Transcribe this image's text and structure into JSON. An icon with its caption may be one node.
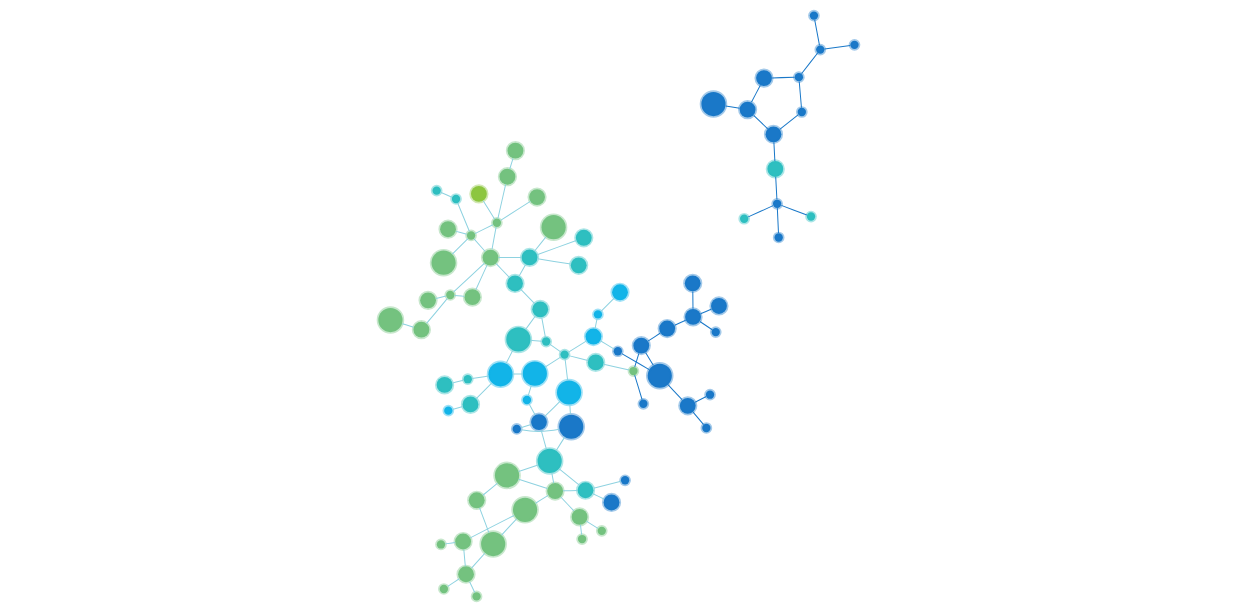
{
  "diagram": {
    "nodes": [
      {
        "text": [],
        "shape": "circle"
      },
      {
        "text": [],
        "shape": "circle"
      },
      {
        "text": [],
        "shape": "circle"
      },
      {
        "text": [],
        "shape": "circle"
      },
      {
        "text": [],
        "shape": "circle"
      },
      {
        "text": [],
        "shape": "circle"
      },
      {
        "text": [],
        "shape": "circle"
      },
      {
        "text": [],
        "shape": "circle"
      },
      {
        "text": [],
        "shape": "circle"
      },
      {
        "text": [],
        "shape": "circle"
      },
      {
        "text": [],
        "shape": "circle"
      },
      {
        "text": [],
        "shape": "circle"
      },
      {
        "text": [],
        "shape": "circle"
      },
      {
        "text": [],
        "shape": "circle"
      },
      {
        "text": [],
        "shape": "circle"
      },
      {
        "text": [],
        "shape": "circle"
      },
      {
        "text": [],
        "shape": "circle"
      },
      {
        "text": [],
        "shape": "circle"
      },
      {
        "text": [],
        "shape": "circle"
      },
      {
        "text": [],
        "shape": "circle"
      },
      {
        "text": [],
        "shape": "circle"
      },
      {
        "text": [],
        "shape": "circle"
      },
      {
        "text": [],
        "shape": "circle"
      },
      {
        "text": [],
        "shape": "circle"
      },
      {
        "text": [],
        "shape": "circle"
      },
      {
        "text": [],
        "shape": "circle"
      },
      {
        "text": [],
        "shape": "circle"
      },
      {
        "text": [],
        "shape": "circle"
      },
      {
        "text": [],
        "shape": "circle"
      },
      {
        "text": [],
        "shape": "circle"
      },
      {
        "text": [],
        "shape": "circle"
      },
      {
        "text": [],
        "shape": "circle"
      },
      {
        "text": [],
        "shape": "circle"
      },
      {
        "text": [],
        "shape": "circle"
      },
      {
        "text": [],
        "shape": "circle"
      },
      {
        "text": [],
        "shape": "circle"
      },
      {
        "text": [],
        "shape": "circle"
      },
      {
        "text": [],
        "shape": "circle"
      },
      {
        "text": [],
        "shape": "circle"
      },
      {
        "text": [],
        "shape": "circle"
      },
      {
        "text": [],
        "shape": "circle"
      },
      {
        "text": [],
        "shape": "circle"
      },
      {
        "text": [],
        "shape": "circle"
      },
      {
        "text": [],
        "shape": "circle"
      },
      {
        "text": [],
        "shape": "circle"
      },
      {
        "text": [],
        "shape": "circle"
      },
      {
        "text": [],
        "shape": "circle"
      },
      {
        "text": [],
        "shape": "circle"
      },
      {
        "text": [],
        "shape": "circle"
      },
      {
        "text": [],
        "shape": "circle"
      },
      {
        "text": [],
        "shape": "circle"
      },
      {
        "text": [],
        "shape": "circle"
      },
      {
        "text": [],
        "shape": "circle"
      },
      {
        "text": [],
        "shape": "circle"
      },
      {
        "text": [],
        "shape": "circle"
      },
      {
        "text": [],
        "shape": "circle"
      },
      {
        "text": [],
        "shape": "circle"
      },
      {
        "text": [],
        "shape": "circle"
      },
      {
        "text": [],
        "shape": "circle"
      },
      {
        "text": [],
        "shape": "circle"
      },
      {
        "text": [],
        "shape": "circle"
      },
      {
        "text": [],
        "shape": "circle"
      },
      {
        "text": [],
        "shape": "circle"
      },
      {
        "text": [],
        "shape": "circle"
      },
      {
        "text": [],
        "shape": "circle"
      },
      {
        "text": [],
        "shape": "circle"
      },
      {
        "text": [],
        "shape": "circle"
      },
      {
        "text": [],
        "shape": "circle"
      },
      {
        "text": [],
        "shape": "circle"
      },
      {
        "text": [],
        "shape": "circle"
      },
      {
        "text": [],
        "shape": "circle"
      },
      {
        "text": [],
        "shape": "circle"
      },
      {
        "text": [],
        "shape": "circle"
      },
      {
        "text": [],
        "shape": "circle"
      },
      {
        "text": [],
        "shape": "circle"
      },
      {
        "text": [],
        "shape": "circle"
      },
      {
        "text": [],
        "shape": "circle"
      },
      {
        "text": [],
        "shape": "circle"
      },
      {
        "text": [],
        "shape": "circle"
      },
      {
        "text": [],
        "shape": "circle"
      },
      {
        "text": [],
        "shape": "circle"
      },
      {
        "text": [],
        "shape": "circle"
      },
      {
        "text": [],
        "shape": "circle"
      },
      {
        "text": [],
        "shape": "circle"
      }
    ],
    "edges": [
      {
        "from": 0,
        "to": 2,
        "arrow": "none"
      },
      {
        "from": 1,
        "to": 2,
        "arrow": "none"
      },
      {
        "from": 2,
        "to": 5,
        "arrow": "none"
      },
      {
        "from": 2,
        "to": 4,
        "arrow": "none"
      },
      {
        "from": 4,
        "to": 3,
        "arrow": "none"
      },
      {
        "from": 4,
        "to": 8,
        "arrow": "none"
      },
      {
        "from": 5,
        "to": 8,
        "arrow": "none"
      },
      {
        "from": 5,
        "to": 10,
        "arrow": "none"
      },
      {
        "from": 6,
        "to": 7,
        "arrow": "none"
      },
      {
        "from": 9,
        "to": 7,
        "arrow": "none"
      },
      {
        "from": 7,
        "to": 12,
        "arrow": "none"
      },
      {
        "from": 10,
        "to": 11,
        "arrow": "none"
      },
      {
        "from": 8,
        "to": 12,
        "arrow": "none"
      },
      {
        "from": 11,
        "to": 12,
        "arrow": "none"
      },
      {
        "from": 12,
        "to": 13,
        "arrow": "none"
      },
      {
        "from": 12,
        "to": 14,
        "arrow": "none"
      },
      {
        "from": 11,
        "to": 14,
        "arrow": "none"
      },
      {
        "from": 13,
        "to": 15,
        "arrow": "none"
      },
      {
        "from": 13,
        "to": 18,
        "arrow": "none"
      },
      {
        "from": 13,
        "to": 14,
        "arrow": "none"
      },
      {
        "from": 14,
        "to": 17,
        "arrow": "none"
      },
      {
        "from": 14,
        "to": 25,
        "arrow": "none"
      },
      {
        "from": 17,
        "to": 21,
        "arrow": "none"
      },
      {
        "from": 17,
        "to": 35,
        "arrow": "none"
      },
      {
        "from": 25,
        "to": 21,
        "arrow": "none"
      },
      {
        "from": 25,
        "to": 30,
        "arrow": "none"
      },
      {
        "from": 30,
        "to": 38,
        "arrow": "none"
      },
      {
        "from": 38,
        "to": 42,
        "arrow": "none"
      },
      {
        "from": 42,
        "to": 41,
        "arrow": "none"
      },
      {
        "from": 41,
        "to": 39,
        "arrow": "none"
      },
      {
        "from": 42,
        "to": 43,
        "arrow": "none"
      },
      {
        "from": 38,
        "to": 44,
        "arrow": "none"
      },
      {
        "from": 43,
        "to": 50,
        "arrow": "none"
      },
      {
        "from": 43,
        "to": 58,
        "arrow": "none"
      },
      {
        "from": 50,
        "to": 58,
        "arrow": "none"
      },
      {
        "from": 50,
        "to": 44,
        "arrow": "none"
      },
      {
        "from": 35,
        "to": 44,
        "arrow": "none"
      },
      {
        "from": 44,
        "to": 40,
        "arrow": "none"
      },
      {
        "from": 44,
        "to": 56,
        "arrow": "none"
      },
      {
        "from": 31,
        "to": 40,
        "arrow": "none"
      },
      {
        "from": 31,
        "to": 29,
        "arrow": "none"
      },
      {
        "from": 40,
        "to": 47,
        "arrow": "none"
      },
      {
        "from": 53,
        "to": 54,
        "arrow": "none"
      },
      {
        "from": 53,
        "to": 42,
        "arrow": "none"
      },
      {
        "from": 58,
        "to": 63,
        "arrow": "none"
      },
      {
        "from": 56,
        "to": 60,
        "arrow": "none"
      },
      {
        "from": 35,
        "to": 25,
        "arrow": "none"
      },
      {
        "from": 20,
        "to": 19,
        "arrow": "none",
        "color": "#1a78c8"
      },
      {
        "from": 24,
        "to": 19,
        "arrow": "none",
        "color": "#1a78c8"
      },
      {
        "from": 27,
        "to": 19,
        "arrow": "none",
        "color": "#1a78c8"
      },
      {
        "from": 19,
        "to": 16,
        "arrow": "none",
        "color": "#1a78c8"
      },
      {
        "from": 16,
        "to": 23,
        "arrow": "none",
        "color": "#1a78c8"
      },
      {
        "from": 23,
        "to": 26,
        "arrow": "none",
        "color": "#1a78c8"
      },
      {
        "from": 26,
        "to": 22,
        "arrow": "none",
        "color": "#1a78c8"
      },
      {
        "from": 26,
        "to": 34,
        "arrow": "none",
        "color": "#1a78c8"
      },
      {
        "from": 23,
        "to": 28,
        "arrow": "none",
        "color": "#1a78c8"
      },
      {
        "from": 28,
        "to": 32,
        "arrow": "none",
        "color": "#1a78c8"
      },
      {
        "from": 32,
        "to": 34,
        "arrow": "none",
        "color": "#1a78c8"
      },
      {
        "from": 32,
        "to": 36,
        "arrow": "none",
        "color": "#1a78c8"
      },
      {
        "from": 36,
        "to": 33,
        "arrow": "none",
        "color": "#1a78c8"
      },
      {
        "from": 36,
        "to": 37,
        "arrow": "none",
        "color": "#1a78c8"
      },
      {
        "from": 51,
        "to": 55,
        "arrow": "none",
        "color": "#1a78c8"
      },
      {
        "from": 49,
        "to": 55,
        "arrow": "none",
        "color": "#1a78c8"
      },
      {
        "from": 46,
        "to": 55,
        "arrow": "none",
        "color": "#1a78c8"
      },
      {
        "from": 55,
        "to": 59,
        "arrow": "none",
        "color": "#1a78c8"
      },
      {
        "from": 59,
        "to": 62,
        "arrow": "none",
        "color": "#1a78c8"
      },
      {
        "from": 62,
        "to": 60,
        "arrow": "none",
        "color": "#1a78c8"
      },
      {
        "from": 62,
        "to": 57,
        "arrow": "none",
        "color": "#1a78c8"
      },
      {
        "from": 57,
        "to": 47,
        "arrow": "none",
        "color": "#1a78c8"
      },
      {
        "from": 57,
        "to": 52,
        "arrow": "none",
        "color": "#1a78c8"
      },
      {
        "from": 52,
        "to": 45,
        "arrow": "none",
        "color": "#1a78c8"
      },
      {
        "from": 52,
        "to": 48,
        "arrow": "none",
        "color": "#1a78c8"
      },
      {
        "from": 60,
        "to": 65,
        "arrow": "none",
        "color": "#1a78c8"
      },
      {
        "from": 63,
        "to": 68,
        "arrow": "none"
      },
      {
        "from": 61,
        "to": 68,
        "arrow": "none"
      },
      {
        "from": 68,
        "to": 71,
        "arrow": "none"
      },
      {
        "from": 68,
        "to": 67,
        "arrow": "none"
      },
      {
        "from": 68,
        "to": 72,
        "arrow": "none"
      },
      {
        "from": 63,
        "to": 72,
        "arrow": "none"
      },
      {
        "from": 72,
        "to": 70,
        "arrow": "none"
      },
      {
        "from": 70,
        "to": 64,
        "arrow": "none"
      },
      {
        "from": 64,
        "to": 66,
        "arrow": "none"
      },
      {
        "from": 70,
        "to": 69,
        "arrow": "none"
      },
      {
        "from": 72,
        "to": 79,
        "arrow": "none"
      },
      {
        "from": 72,
        "to": 77,
        "arrow": "none"
      },
      {
        "from": 72,
        "to": 75,
        "arrow": "none"
      },
      {
        "from": 75,
        "to": 78,
        "arrow": "none"
      },
      {
        "from": 78,
        "to": 76,
        "arrow": "none"
      },
      {
        "from": 75,
        "to": 77,
        "arrow": "none"
      },
      {
        "from": 74,
        "to": 75,
        "arrow": "none"
      },
      {
        "from": 70,
        "to": 79,
        "arrow": "none"
      },
      {
        "from": 79,
        "to": 82,
        "arrow": "none"
      },
      {
        "from": 79,
        "to": 83,
        "arrow": "none"
      },
      {
        "from": 79,
        "to": 81,
        "arrow": "none"
      },
      {
        "from": 81,
        "to": 80,
        "arrow": "none"
      },
      {
        "from": 70,
        "to": 73,
        "arrow": "none"
      }
    ]
  }
}
